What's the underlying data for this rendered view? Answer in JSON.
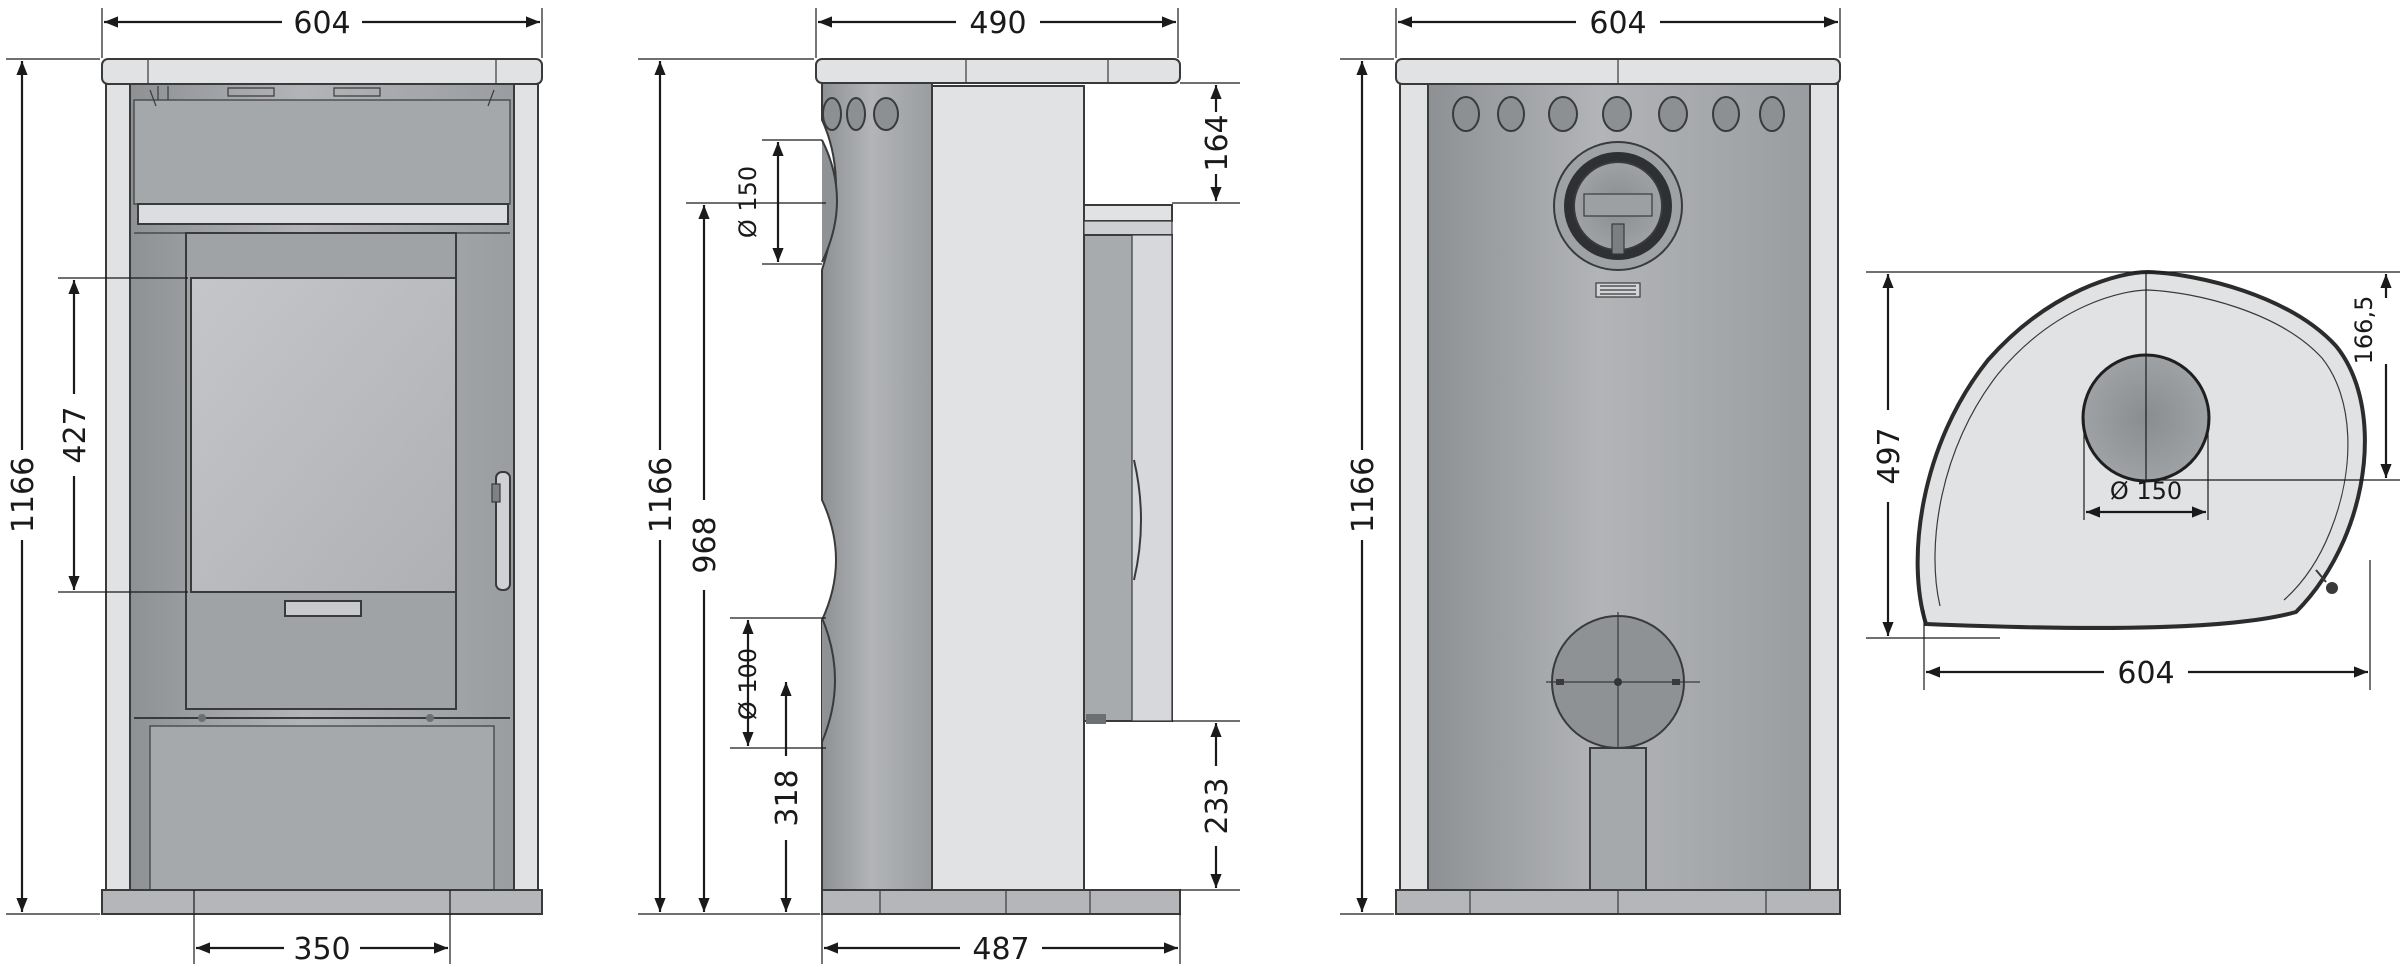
{
  "dimensions": {
    "front_width": "604",
    "front_height": "1166",
    "front_window_height": "427",
    "front_base_width": "350",
    "side_top_depth": "490",
    "side_bottom_depth": "487",
    "side_height": "1166",
    "side_outlet_height": "968",
    "side_top_flue_offset": "164",
    "side_flue_diameter": "Ø 150",
    "side_air_inlet_diameter": "Ø 100",
    "side_air_inlet_height": "318",
    "side_rear_inlet_height": "233",
    "back_width": "604",
    "back_height": "1166",
    "top_depth": "497",
    "top_width": "604",
    "top_flue_offset": "166,5",
    "top_flue_diameter": "Ø 150"
  },
  "colors": {
    "steel": "#a9abae",
    "stone": "#e1e2e4",
    "outline": "#3a3a3a",
    "dimension": "#1a1a1a"
  }
}
